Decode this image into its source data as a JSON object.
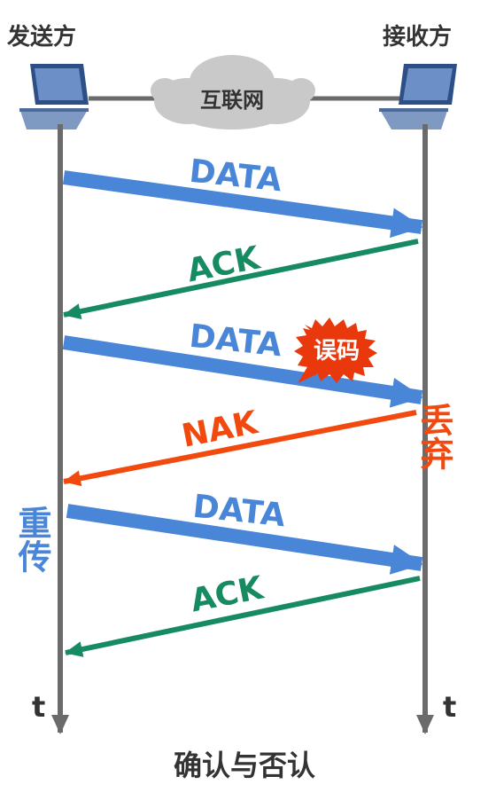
{
  "title": "确认与否认",
  "sender": {
    "label": "发送方"
  },
  "receiver": {
    "label": "接收方"
  },
  "network": {
    "label": "互联网"
  },
  "time_axis_label": "t",
  "messages": [
    {
      "label": "DATA",
      "direction": "sender-to-receiver",
      "color": "#4a86d8"
    },
    {
      "label": "ACK",
      "direction": "receiver-to-sender",
      "color": "#168a60"
    },
    {
      "label": "DATA",
      "direction": "sender-to-receiver",
      "color": "#4a86d8"
    },
    {
      "label": "NAK",
      "direction": "receiver-to-sender",
      "color": "#f2490f"
    },
    {
      "label": "DATA",
      "direction": "sender-to-receiver",
      "color": "#4a86d8"
    },
    {
      "label": "ACK",
      "direction": "receiver-to-sender",
      "color": "#168a60"
    }
  ],
  "annotations": {
    "error_badge": "误码",
    "discard": "丢弃",
    "retransmit": "重传"
  },
  "colors": {
    "data": "#4a86d8",
    "ack": "#168a60",
    "nak": "#f2490f",
    "burst": "#e8380c",
    "timeline": "#6b6b6b",
    "cloud": "#c9c9c9"
  },
  "icons": {
    "sender": "laptop-icon",
    "receiver": "laptop-icon",
    "network": "cloud-icon"
  }
}
